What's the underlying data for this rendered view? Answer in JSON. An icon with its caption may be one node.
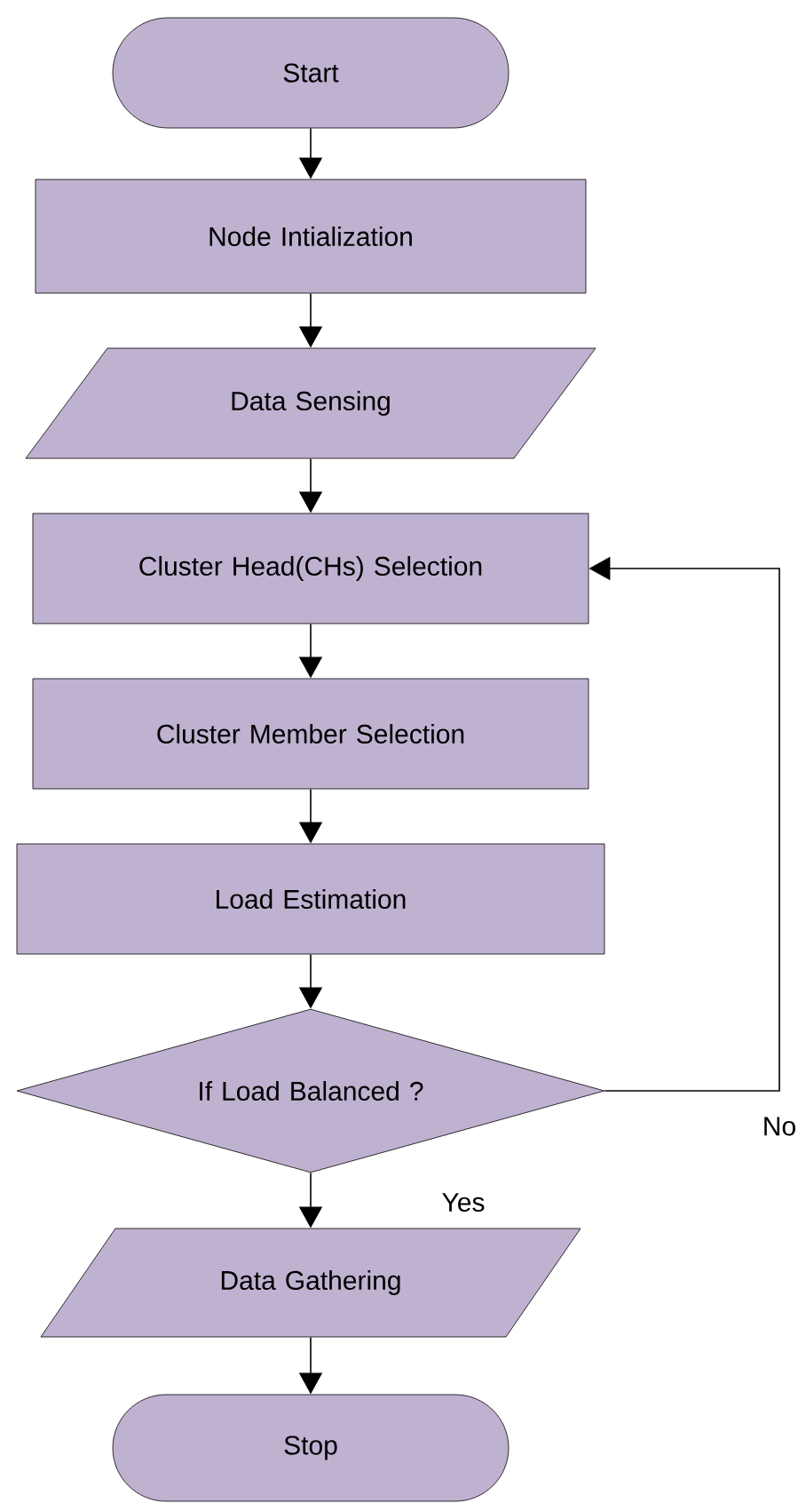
{
  "diagram": {
    "nodes": [
      {
        "text": [
          "Start"
        ]
      },
      {
        "text": [
          "Node Intialization"
        ]
      },
      {
        "text": [
          "Data Sensing"
        ]
      },
      {
        "text": [
          "Cluster Head(CHs) Selection"
        ]
      },
      {
        "text": [
          "Cluster Member Selection"
        ]
      },
      {
        "text": [
          "Load Estimation"
        ]
      },
      {
        "text": [
          "If Load Balanced ?"
        ]
      },
      {
        "text": [
          "Data Gathering"
        ]
      },
      {
        "text": [
          "Stop"
        ]
      }
    ],
    "edges": [
      {
        "from": 0,
        "to": 1,
        "arrow": "to"
      },
      {
        "from": 1,
        "to": 2,
        "arrow": "to"
      },
      {
        "from": 2,
        "to": 3,
        "arrow": "to"
      },
      {
        "from": 3,
        "to": 4,
        "arrow": "to"
      },
      {
        "from": 4,
        "to": 5,
        "arrow": "to"
      },
      {
        "from": 5,
        "to": 6,
        "arrow": "to"
      },
      {
        "from": 6,
        "to": 7,
        "arrow": "to",
        "label": "Yes"
      },
      {
        "from": 6,
        "to": 3,
        "arrow": "to",
        "label": "No"
      },
      {
        "from": 7,
        "to": 8,
        "arrow": "to"
      }
    ]
  }
}
